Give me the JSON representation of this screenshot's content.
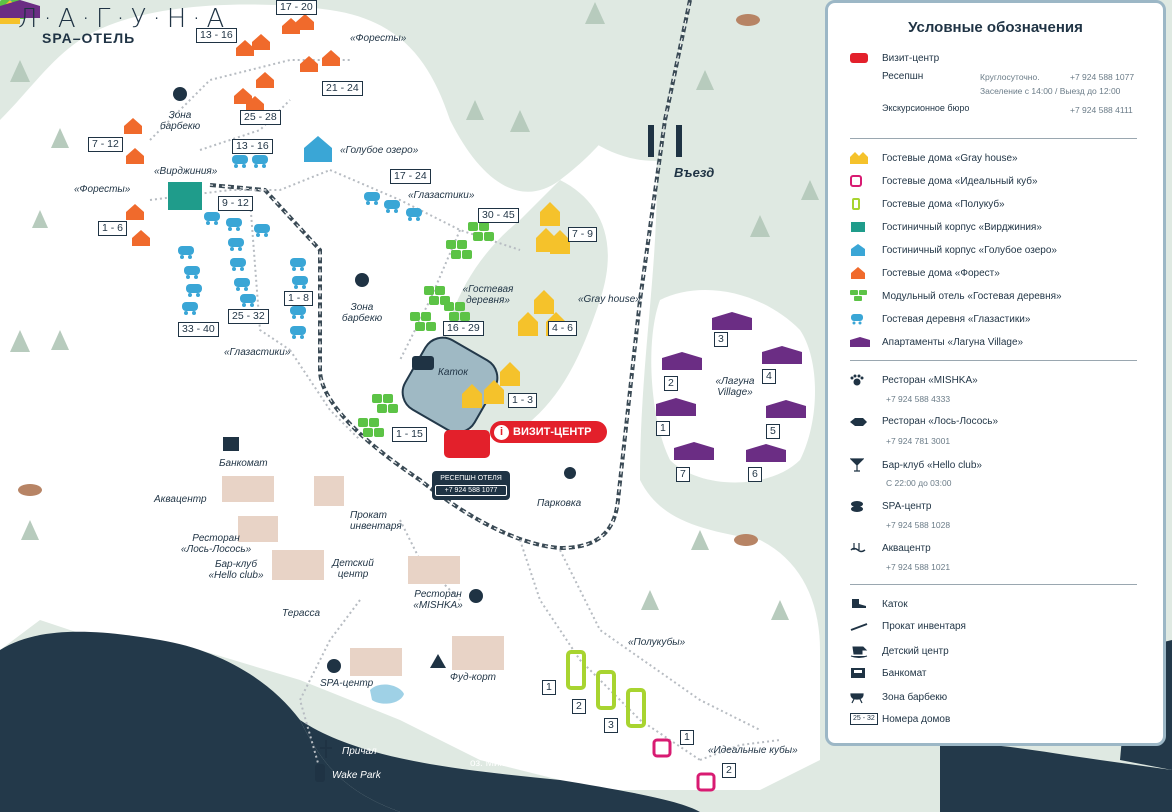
{
  "logo": {
    "title": "Л·А·Г·У·Н·А",
    "subtitle": "SPA–ОТЕЛЬ"
  },
  "map_labels": {
    "forests_top": "«Форесты»",
    "forests_left": "«Форесты»",
    "bbq_top": "Зона барбекю",
    "virginia": "«Вирджиния»",
    "blue_lake": "«Голубое озеро»",
    "glazastiki_top": "«Глазастики»",
    "glazastiki_bottom": "«Глазастики»",
    "bbq_mid": "Зона барбекю",
    "guest_village": "«Гостевая деревня»",
    "gray_house": "«Gray house»",
    "rink": "Каток",
    "entry": "Въезд",
    "laguna_village": "«Лагуна Village»",
    "visit_center": "ВИЗИТ-ЦЕНТР",
    "reception_title": "РЕСЕПШН ОТЕЛЯ",
    "reception_phone": "+7 924 588 1077",
    "parking": "Парковка",
    "atm": "Банкомат",
    "aquacenter": "Аквацентр",
    "restaurant_los": "Ресторан «Лось-Лосось»",
    "bar_club": "Бар-клуб «Hello club»",
    "terrace": "Терасса",
    "rental": "Прокат инвентаря",
    "kids_center": "Детский центр",
    "restaurant_mishka": "Ресторан «MISHKA»",
    "spa_center": "SPA-центр",
    "food_court": "Фуд-корт",
    "polukuby": "«Полукубы»",
    "idealnye_kuby": "«Идеальные кубы»",
    "pier": "Причал",
    "wake_park": "Wake Park",
    "lake": "оз. Микижа"
  },
  "house_numbers": {
    "n17_20": "17 - 20",
    "n13_16a": "13 - 16",
    "n21_24": "21 - 24",
    "n25_28": "25 - 28",
    "n7_12": "7 - 12",
    "n13_16b": "13 - 16",
    "n17_24": "17 - 24",
    "n9_12": "9 - 12",
    "n1_6": "1 - 6",
    "n30_45": "30 - 45",
    "n7_9": "7 - 9",
    "n1_8": "1 - 8",
    "n25_32": "25 - 32",
    "n33_40": "33 - 40",
    "n16_29": "16 - 29",
    "n4_6": "4 - 6",
    "n1_3": "1 - 3",
    "n1_15": "1 - 15",
    "v1": "1",
    "v2": "2",
    "v3": "3",
    "v4": "4",
    "v5": "5",
    "v6": "6",
    "v7": "7",
    "p1": "1",
    "p2": "2",
    "p3": "3",
    "k1": "1",
    "k2": "2"
  },
  "legend": {
    "title": "Условные обозначения",
    "visit_center": "Визит-центр",
    "reception": "Ресепшн",
    "reception_hours": "Круглосуточно.",
    "reception_checkin": "Заселение с 14:00 / Выезд до 12:00",
    "reception_phone": "+7 924 588 1077",
    "excursion": "Экскурсионное бюро",
    "excursion_phone": "+7 924 588 4111",
    "items_a": [
      "Гостевые дома «Gray house»",
      "Гостевые дома «Идеальный куб»",
      "Гостевые дома «Полукуб»",
      "Гостиничный корпус «Вирджиния»",
      "Гостиничный корпус «Голубое озеро»",
      "Гостевые дома «Форест»",
      "Модульный отель «Гостевая деревня»",
      "Гостевая деревня «Глазастики»",
      "Апартаменты «Лагуна Village»"
    ],
    "mishka": "Ресторан «MISHKA»",
    "mishka_phone": "+7 924 588 4333",
    "los": "Ресторан «Лось-Лосось»",
    "los_phone": "+7 924 781 3001",
    "hello": "Бар-клуб «Hello club»",
    "hello_hours": "С 22:00 до 03:00",
    "spa": "SPA-центр",
    "spa_phone": "+7 924 588 1028",
    "aqua": "Аквацентр",
    "aqua_phone": "+7 924 588 1021",
    "items_c": [
      "Каток",
      "Прокат инвентаря",
      "Детский центр",
      "Банкомат",
      "Зона барбекю"
    ],
    "house_num_badge": "25 - 32",
    "house_num_label": "Номера домов"
  },
  "colors": {
    "orange": "#f06a2c",
    "blue": "#3aa6d6",
    "green": "#5cc346",
    "yellow": "#f5c22b",
    "purple": "#6b2d84",
    "lime": "#a8d430",
    "magenta": "#d81b72",
    "teal": "#1f9c8b",
    "navy": "#1f3344",
    "red": "#e3202b",
    "beige": "#e8d3c6"
  }
}
